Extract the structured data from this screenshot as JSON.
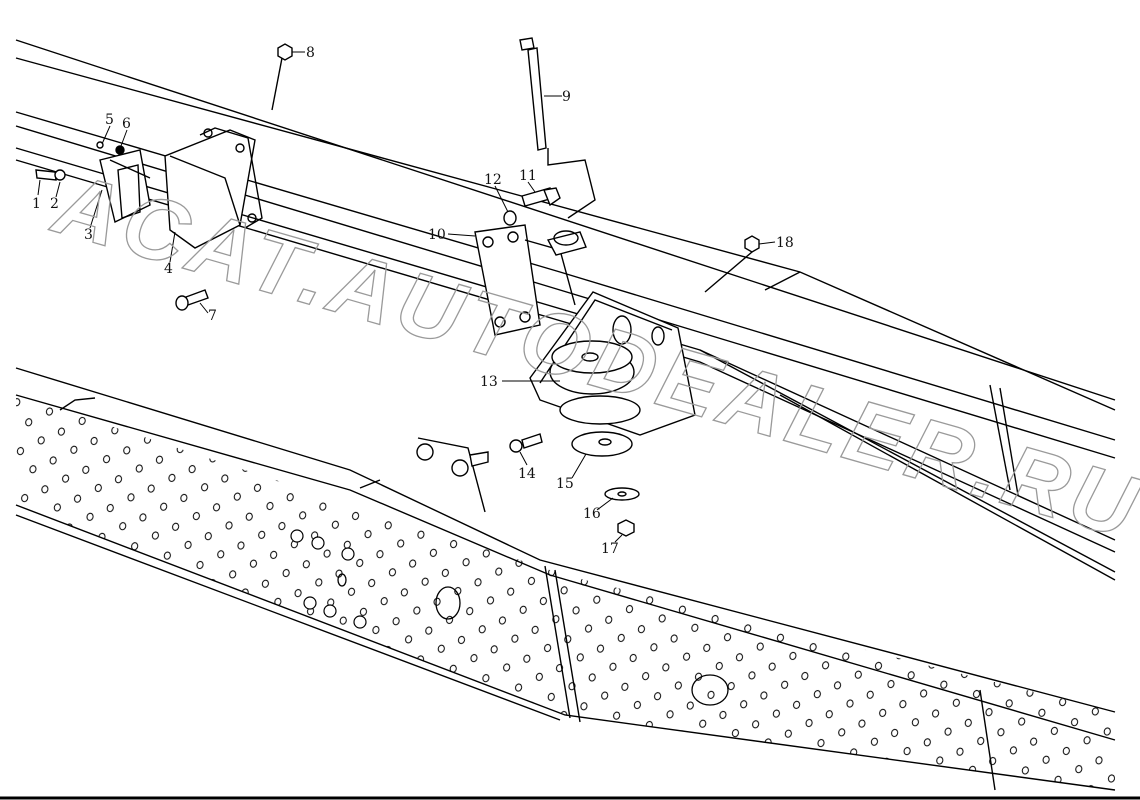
{
  "diagram": {
    "line_color": "#000000",
    "background": "#ffffff",
    "watermark": "ACAT.AUTODEALER.RU",
    "callouts": [
      "1",
      "2",
      "3",
      "4",
      "5",
      "6",
      "7",
      "8",
      "9",
      "10",
      "11",
      "12",
      "13",
      "14",
      "15",
      "16",
      "17",
      "18"
    ]
  }
}
